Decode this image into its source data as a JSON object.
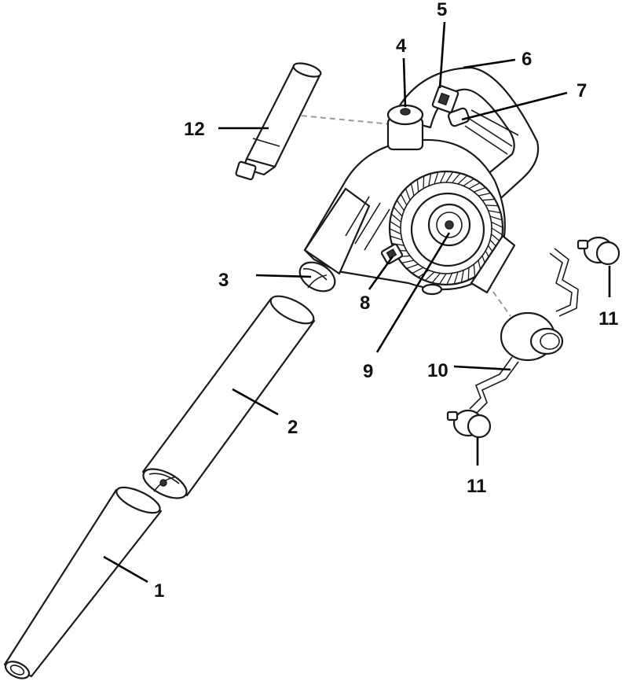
{
  "callouts": [
    {
      "id": "1",
      "text": "1"
    },
    {
      "id": "2",
      "text": "2"
    },
    {
      "id": "3",
      "text": "3"
    },
    {
      "id": "4",
      "text": "4"
    },
    {
      "id": "5",
      "text": "5"
    },
    {
      "id": "6",
      "text": "6"
    },
    {
      "id": "7",
      "text": "7"
    },
    {
      "id": "8",
      "text": "8"
    },
    {
      "id": "9",
      "text": "9"
    },
    {
      "id": "10",
      "text": "10"
    },
    {
      "id": "11a",
      "text": "11"
    },
    {
      "id": "11b",
      "text": "11"
    },
    {
      "id": "12",
      "text": "12"
    }
  ],
  "colors": {
    "line": "#1a1a1a",
    "dashed_guide": "#9a9a9a",
    "background": "#ffffff"
  }
}
